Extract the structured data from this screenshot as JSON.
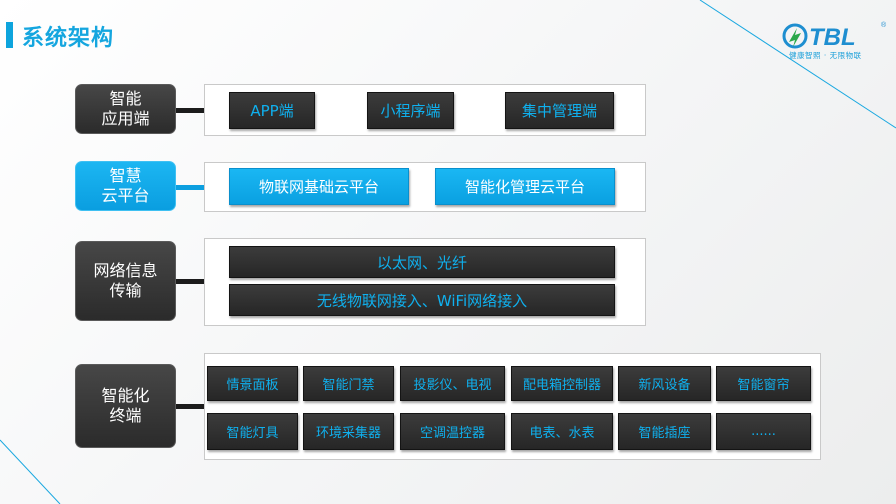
{
  "page": {
    "title": "系统架构"
  },
  "logo": {
    "brand": "TBL",
    "tagline": "健康智照 · 无限物联",
    "registered": "®"
  },
  "colors": {
    "accent": "#0da4dd",
    "dark": "#2b2b2b",
    "item_text": "#0fb0ee"
  },
  "layers": [
    {
      "label": "智能\n应用端",
      "style": "dark",
      "items": [
        "APP端",
        "小程序端",
        "集中管理端"
      ]
    },
    {
      "label": "智慧\n云平台",
      "style": "blue",
      "items": [
        "物联网基础云平台",
        "智能化管理云平台"
      ]
    },
    {
      "label": "网络信息\n传输",
      "style": "dark",
      "items": [
        "以太网、光纤",
        "无线物联网接入、WiFi网络接入"
      ]
    },
    {
      "label": "智能化\n终端",
      "style": "dark",
      "items": [
        "情景面板",
        "智能门禁",
        "投影仪、电视",
        "配电箱控制器",
        "新风设备",
        "智能窗帘",
        "智能灯具",
        "环境采集器",
        "空调温控器",
        "电表、水表",
        "智能插座",
        "......"
      ]
    }
  ]
}
